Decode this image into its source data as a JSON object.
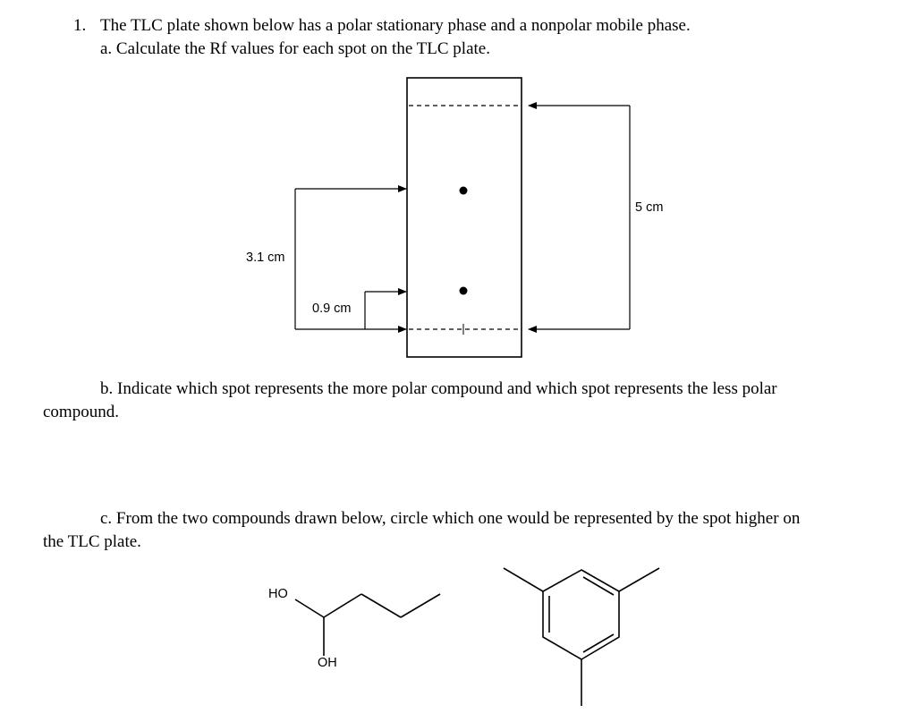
{
  "question": {
    "number": "1.",
    "stem": "The TLC plate shown below has a polar stationary phase and a nonpolar mobile phase.",
    "part_a": "a. Calculate the Rf values for each spot on the TLC plate.",
    "part_b_line1": "b. Indicate which spot represents the more polar compound and which spot represents the less polar",
    "part_b_line2": "compound.",
    "part_c_line1": "c. From the two compounds drawn below, circle which one would be represented by the spot higher on",
    "part_c_line2": "the TLC plate."
  },
  "tlc_plate": {
    "solvent_front_distance": "5 cm",
    "upper_spot_distance": "3.1 cm",
    "lower_spot_distance": "0.9 cm",
    "spots": [
      {
        "distance_cm": 3.1
      },
      {
        "distance_cm": 0.9
      }
    ]
  },
  "compounds": {
    "diol_label_ho": "HO",
    "diol_label_oh": "OH"
  }
}
